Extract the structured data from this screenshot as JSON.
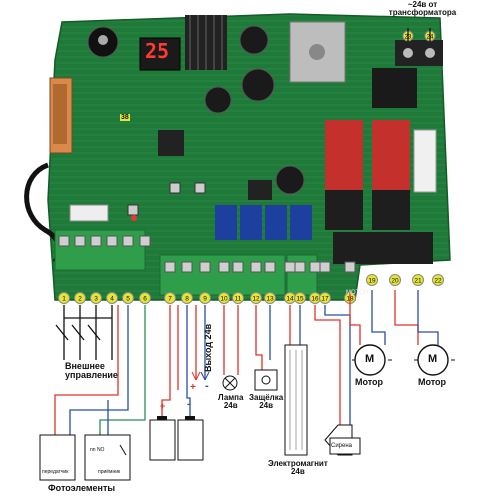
{
  "board": {
    "display_digits": "25",
    "terminal_numbers": [
      "1",
      "2",
      "3",
      "4",
      "5",
      "6",
      "7",
      "8",
      "9",
      "10",
      "11",
      "12",
      "13",
      "14",
      "15",
      "16",
      "17",
      "18",
      "19",
      "20",
      "21",
      "22"
    ],
    "top_terminals": [
      "23",
      "24"
    ],
    "side_markers": [
      "20",
      "21",
      "22"
    ],
    "marker_38": "38",
    "motor_label": "MOTOR"
  },
  "labels": {
    "transformer": "~24в от\nтрансформатора",
    "external_control": "Внешнее\nуправление",
    "output_24v": "Выход 24в",
    "lamp": "Лампа\n24в",
    "latch": "Защёлка\n24в",
    "electromagnet": "Электромагнит\n24в",
    "motor_1": "Мотор",
    "motor_2": "Мотор",
    "photocells": "Фотоэлементы",
    "siren": "Сирена",
    "transmitter": "передатчик",
    "receiver_no": "nn NO",
    "receiver": "приёмник",
    "motor_symbol": "M",
    "plus": "+",
    "minus": "-"
  },
  "colors": {
    "board": "#1f7a3a",
    "terminal_green": "#2e9e4a",
    "wire_red": "#e0332b",
    "wire_blue": "#2a4fa8",
    "wire_green": "#2e8b57",
    "wire_black": "#111111"
  }
}
